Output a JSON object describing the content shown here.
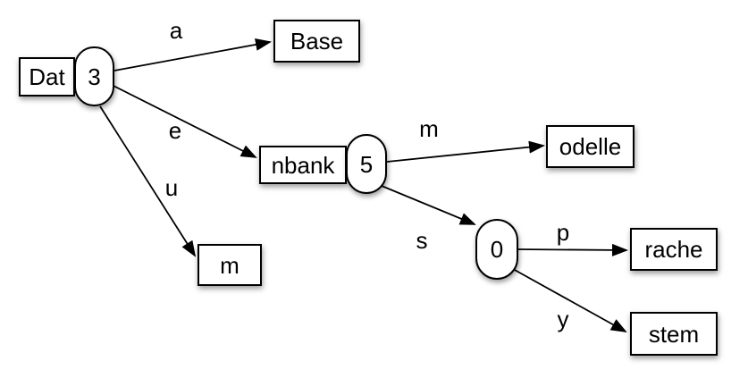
{
  "nodes": {
    "dat": {
      "label": "Dat",
      "shape": "rect"
    },
    "n3": {
      "label": "3",
      "shape": "stadium"
    },
    "base": {
      "label": "Base",
      "shape": "rect"
    },
    "nbank": {
      "label": "nbank",
      "shape": "rect"
    },
    "n5": {
      "label": "5",
      "shape": "stadium"
    },
    "odelle": {
      "label": "odelle",
      "shape": "rect"
    },
    "n0": {
      "label": "0",
      "shape": "stadium"
    },
    "rache": {
      "label": "rache",
      "shape": "rect"
    },
    "stem": {
      "label": "stem",
      "shape": "rect"
    },
    "m": {
      "label": "m",
      "shape": "rect"
    }
  },
  "edges": {
    "a": {
      "label": "a",
      "from": "n3",
      "to": "base"
    },
    "e": {
      "label": "e",
      "from": "n3",
      "to": "nbank"
    },
    "u": {
      "label": "u",
      "from": "n3",
      "to": "m"
    },
    "m": {
      "label": "m",
      "from": "n5",
      "to": "odelle"
    },
    "s": {
      "label": "s",
      "from": "n5",
      "to": "n0"
    },
    "p": {
      "label": "p",
      "from": "n0",
      "to": "rache"
    },
    "y": {
      "label": "y",
      "from": "n0",
      "to": "stem"
    }
  },
  "colors": {
    "stroke": "#000000",
    "node_fill": "#ffffff",
    "background": "#ffffff"
  }
}
